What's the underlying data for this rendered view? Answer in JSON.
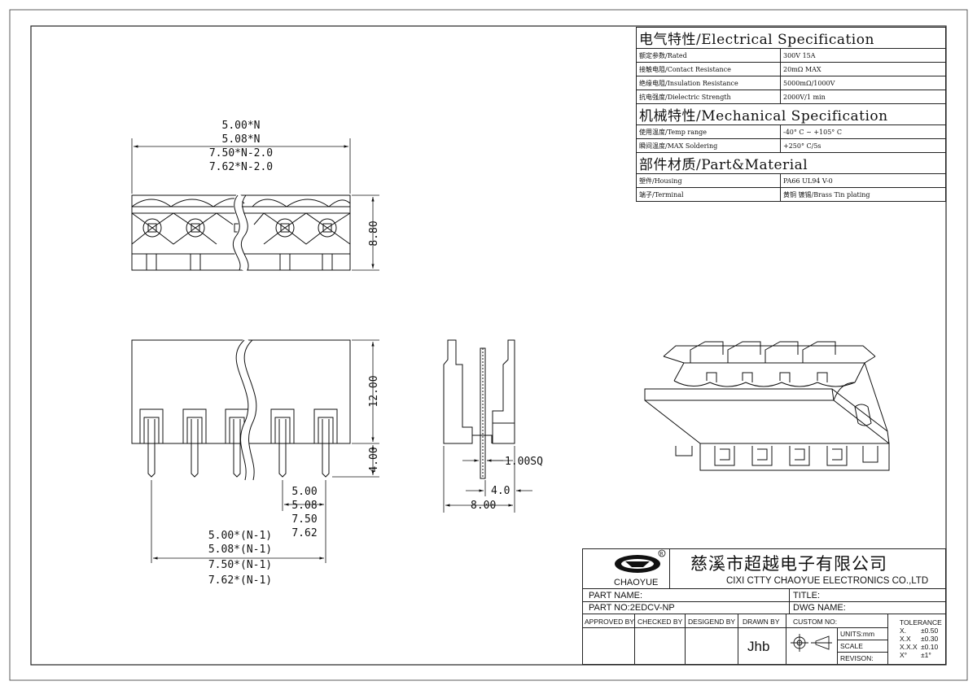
{
  "spec": {
    "electrical": {
      "heading": "电气特性/Electrical Specification",
      "rows": [
        {
          "label": "额定参数/Rated",
          "value": "300V  15A"
        },
        {
          "label": "接触电阻/Contact Resistance",
          "value": "20mΩ MAX"
        },
        {
          "label": "绝缘电阻/Insulation Resistance",
          "value": "5000mΩ/1000V"
        },
        {
          "label": "抗电强度/Dielectric Strength",
          "value": "2000V/1 min"
        }
      ]
    },
    "mechanical": {
      "heading": "机械特性/Mechanical Specification",
      "rows": [
        {
          "label": "使用温度/Temp range",
          "value": "-40° C ~ +105° C"
        },
        {
          "label": "瞬间温度/MAX Soldering",
          "value": "+250° C/5s"
        }
      ]
    },
    "material": {
      "heading": "部件材质/Part&Material",
      "rows": [
        {
          "label": "塑件/Housing",
          "value": "PA66 UL94 V-0"
        },
        {
          "label": "端子/Terminal",
          "value": "黄铜 镀锡/Brass Tin plating"
        }
      ]
    }
  },
  "dimensions": {
    "top_width": [
      "5.00*N",
      "5.08*N",
      "7.50*N-2.0",
      "7.62*N-2.0"
    ],
    "top_height": "8.80",
    "front_height": "12.00",
    "pin_length": "4.00",
    "pitch": [
      "5.00",
      "5.08",
      "7.50",
      "7.62"
    ],
    "pin_span": [
      "5.00*(N-1)",
      "5.08*(N-1)",
      "7.50*(N-1)",
      "7.62*(N-1)"
    ],
    "pin_square": "1.00SQ",
    "side_offset": "4.0",
    "side_width": "8.00"
  },
  "title_block": {
    "logo_name": "CHAOYUE",
    "company_cn": "慈溪市超越电子有限公司",
    "company_en": "CIXI CTTY CHAOYUE ELECTRONICS CO.,LTD",
    "part_name_label": "PART NAME:",
    "title_label": "TITLE:",
    "part_no": "PART NO:2EDCV-NP",
    "dwg_name_label": "DWG NAME:",
    "approved_by": "APPROVED BY",
    "checked_by": "CHECKED BY",
    "designed_by": "DESIGEND BY",
    "drawn_by": "DRAWN BY",
    "drawn_by_value": "Jhb",
    "custom_no": "CUSTOM NO:",
    "units": "UNITS:mm",
    "scale": "SCALE",
    "revision": "REVISON:",
    "tolerance_label": "TOLERANCE",
    "tolerances": [
      {
        "k": "X.",
        "v": "±0.50"
      },
      {
        "k": "X.X",
        "v": "±0.30"
      },
      {
        "k": "X.X.X",
        "v": "±0.10"
      },
      {
        "k": "X°",
        "v": "±1°"
      }
    ]
  }
}
